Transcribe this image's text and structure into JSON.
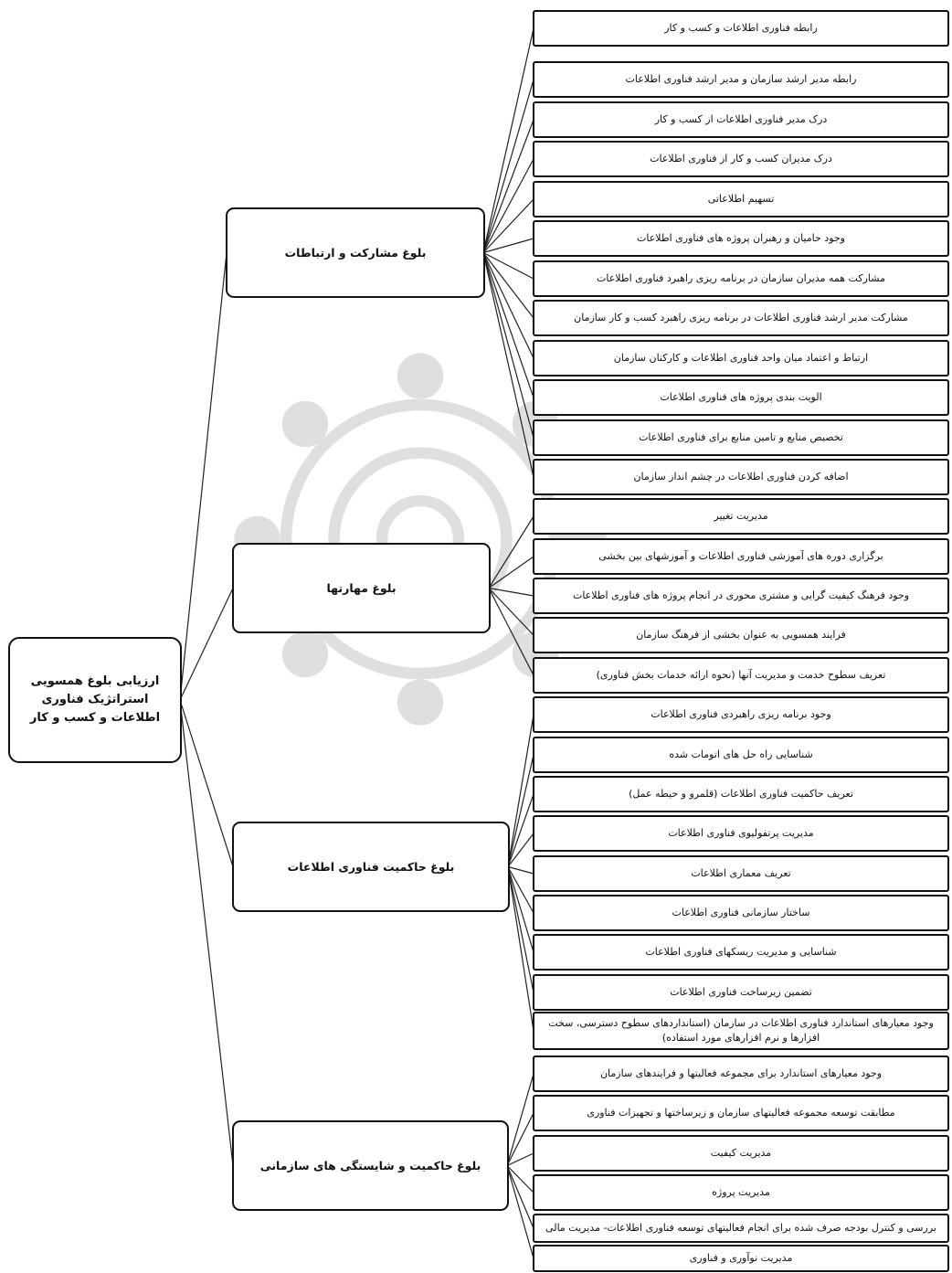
{
  "root": "ارزیابی بلوغ همسویی استراتژیک فناوری اطلاعات و کسب و کار",
  "groups": [
    {
      "title": "بلوغ مشارکت و ارتباطات",
      "items": [
        "رابطه فناوری اطلاعات و کسب و کار",
        "رابطه مدیر ارشد سازمان و مدیر ارشد فناوری اطلاعات",
        "درک مدیر فناوری اطلاعات از کسب و کار",
        "درک مدیران کسب و کار از فناوری اطلاعات",
        "تسهیم اطلاعاتی",
        "وجود حامیان و رهبران پروژه های فناوری اطلاعات",
        "مشارکت همه مدیران سازمان در برنامه ریزی راهبرد فناوری اطلاعات",
        "مشارکت مدیر ارشد فناوری اطلاعات در برنامه ریزی راهبرد کسب و کار سازمان",
        "ارتباط و اعتماد میان واحد فناوری اطلاعات و کارکنان سازمان",
        "الویت بندی پروژه های فناوری اطلاعات",
        "تخصیص منابع و تامین منابع برای فناوری اطلاعات",
        "اضافه کردن فناوری اطلاعات در چشم انداز سازمان"
      ]
    },
    {
      "title": "بلوغ مهارتها",
      "items": [
        "مدیریت تغییر",
        "برگزاری دوره های آموزشی فناوری اطلاعات و آموزشهای بین بخشی",
        "وجود فرهنگ کیفیت گرایی و مشتری محوری در انجام پروژه های فناوری اطلاعات",
        "فرایند همسویی به عنوان بخشی از فرهنگ سازمان",
        "تعریف سطوح خدمت و مدیریت آنها (نحوه ارائه خدمات بخش فناوری)"
      ]
    },
    {
      "title": "بلوغ حاکمیت فناوری اطلاعات",
      "items": [
        "وجود برنامه ریزی راهبردی فناوری اطلاعات",
        "شناسایی راه حل های اتومات شده",
        "تعریف حاکمیت فناوری اطلاعات (قلمرو و حیطه عمل)",
        "مدیریت پرتفولیوی فناوری اطلاعات",
        "تعریف معماری اطلاعات",
        "ساختار سازمانی فناوری اطلاعات",
        "شناسایی و مدیریت ریسکهای فناوری اطلاعات",
        "تضمین زیرساخت فناوری اطلاعات",
        "وجود معیارهای استاندارد فناوری اطلاعات در سازمان (استانداردهای سطوح دسترسی، سخت افزارها و نرم افزارهای مورد استفاده)"
      ]
    },
    {
      "title": "بلوغ حاکمیت و شایستگی های سازمانی",
      "items": [
        "وجود معیارهای استاندارد برای مجموعه فعالیتها و فرایندهای سازمان",
        "مطابقت توسعه مجموعه فعالیتهای سازمان و زیرساختها و تجهیزات فناوری",
        "مدیریت کیفیت",
        "مدیریت پروژه",
        "بررسی و کنترل بودجه صرف شده برای انجام فعالیتهای توسعه فناوری اطلاعات- مدیریت مالی",
        "مدیریت نوآوری و فناوری"
      ]
    }
  ]
}
